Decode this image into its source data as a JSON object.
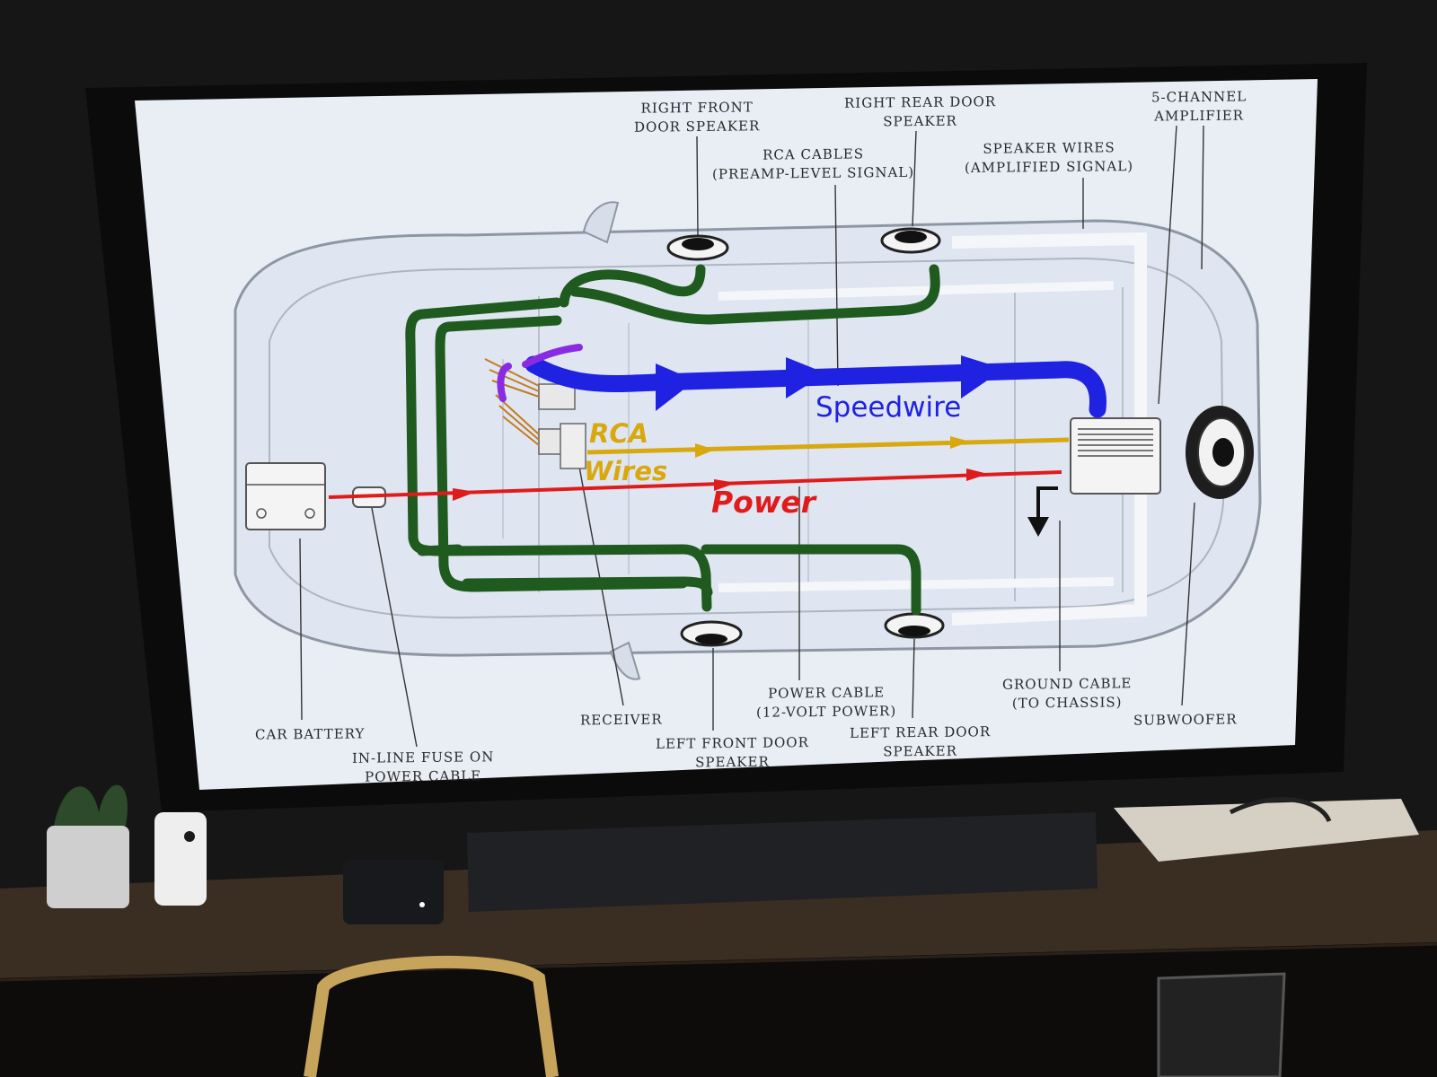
{
  "labels": {
    "right_front_door_speaker": [
      "RIGHT FRONT",
      "DOOR SPEAKER"
    ],
    "right_rear_door_speaker": [
      "RIGHT REAR DOOR",
      "SPEAKER"
    ],
    "rca_cables": [
      "RCA CABLES",
      "(PREAMP-LEVEL SIGNAL)"
    ],
    "speaker_wires": [
      "SPEAKER WIRES",
      "(AMPLIFIED SIGNAL)"
    ],
    "amplifier": [
      "5-CHANNEL",
      "AMPLIFIER"
    ],
    "car_battery": [
      "CAR BATTERY"
    ],
    "inline_fuse": [
      "IN-LINE FUSE ON",
      "POWER CABLE"
    ],
    "receiver": [
      "RECEIVER"
    ],
    "left_front_door_speaker": [
      "LEFT FRONT DOOR",
      "SPEAKER"
    ],
    "power_cable": [
      "POWER CABLE",
      "(12-VOLT POWER)"
    ],
    "left_rear_door_speaker": [
      "LEFT REAR DOOR",
      "SPEAKER"
    ],
    "ground_cable": [
      "GROUND CABLE",
      "(TO CHASSIS)"
    ],
    "subwoofer": [
      "SUBWOOFER"
    ]
  },
  "annotations": {
    "speedwire": "Speedwire",
    "rca": "RCA",
    "wires": "Wires",
    "power": "Power"
  },
  "colors": {
    "speedwire": "#1f22e0",
    "rca": "#d9a80e",
    "power": "#e01b1b",
    "speaker_wire": "#1f5a1f",
    "purple": "#8a2be2"
  }
}
